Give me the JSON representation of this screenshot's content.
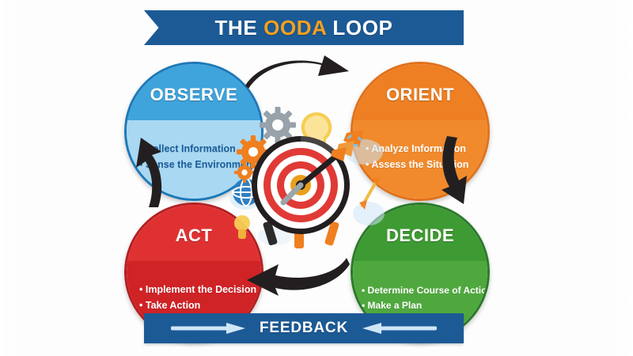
{
  "header": {
    "title_parts": {
      "prefix": "THE ",
      "accent": "OODA",
      "suffix": " LOOP"
    },
    "title_full": "THE OODA LOOP",
    "banner_color": "#1C5A96",
    "accent_color": "#F5A01E"
  },
  "footer": {
    "label": "FEEDBACK",
    "banner_color": "#1C5A96",
    "arrow_left": "right-arrow-icon",
    "arrow_right": "left-arrow-icon"
  },
  "nodes": [
    {
      "id": "observe",
      "title": "OBSERVE",
      "bullets": [
        "Collect Information",
        "Sense the Environment"
      ],
      "color": "#3FA3DC",
      "body_color": "#A9D8F2",
      "border_color": "#1C79B8",
      "text_color": "#1B5E9B"
    },
    {
      "id": "orient",
      "title": "ORIENT",
      "bullets": [
        "Analyze Information",
        "Assess the Situation"
      ],
      "color": "#EE7F22",
      "body_color": "#F08A2C",
      "border_color": "#E1711A",
      "text_color": "#FFFFFF"
    },
    {
      "id": "decide",
      "title": "DECIDE",
      "bullets": [
        "Determine Course of Action",
        "Make a Plan"
      ],
      "color": "#3E9A32",
      "body_color": "#4FA83E",
      "border_color": "#2B7A2B",
      "text_color": "#FFFFFF"
    },
    {
      "id": "act",
      "title": "ACT",
      "bullets": [
        "Implement the Decision",
        "Take Action"
      ],
      "color": "#E03132",
      "body_color": "#CF2326",
      "border_color": "#B51F22",
      "text_color": "#FFFFFF"
    }
  ],
  "arrows": [
    {
      "id": "observe-to-orient",
      "direction": "right",
      "icon": "curved-arrow-right-icon"
    },
    {
      "id": "orient-to-decide",
      "direction": "down",
      "icon": "curved-arrow-down-icon"
    },
    {
      "id": "decide-to-act",
      "direction": "left",
      "icon": "curved-arrow-left-icon"
    },
    {
      "id": "act-to-observe",
      "direction": "up",
      "icon": "curved-arrow-up-icon"
    }
  ],
  "center": {
    "icon": "target-dartboard-with-arrow-icon",
    "decorations": [
      "gear-icon",
      "lightbulb-icon",
      "globe-icon",
      "cloud-icon",
      "arrow-icon"
    ]
  }
}
